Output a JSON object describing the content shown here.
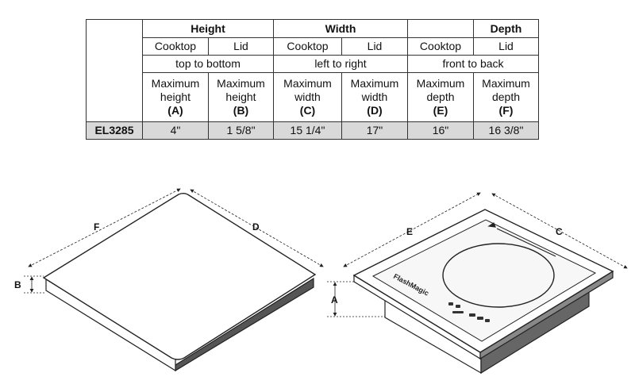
{
  "table": {
    "groups": {
      "height": "Height",
      "width": "Width",
      "depth": "Depth"
    },
    "subs": {
      "cooktop_h": "Cooktop",
      "lid_h": "Lid",
      "cooktop_w": "Cooktop",
      "lid_w": "Lid",
      "cooktop_d": "Cooktop",
      "lid_d": "Lid"
    },
    "directions": {
      "height": "top to bottom",
      "width": "left to right",
      "depth": "front to back"
    },
    "max": {
      "a_line1": "Maximum",
      "a_line2": "height",
      "a_code": "(A)",
      "b_line1": "Maximum",
      "b_line2": "height",
      "b_code": "(B)",
      "c_line1": "Maximum",
      "c_line2": "width",
      "c_code": "(C)",
      "d_line1": "Maximum",
      "d_line2": "width",
      "d_code": "(D)",
      "e_line1": "Maximum",
      "e_line2": "depth",
      "e_code": "(E)",
      "f_line1": "Maximum",
      "f_line2": "depth",
      "f_code": "(F)"
    },
    "row": {
      "model": "EL3285",
      "a": "4\"",
      "b": "1 5/8\"",
      "c": "15 1/4\"",
      "d": "17\"",
      "e": "16\"",
      "f": "16 3/8\""
    }
  },
  "diagram": {
    "labels": {
      "f": "F",
      "d": "D",
      "b": "B",
      "e": "E",
      "c": "C",
      "a": "A"
    },
    "brand": "FlashMagic"
  }
}
